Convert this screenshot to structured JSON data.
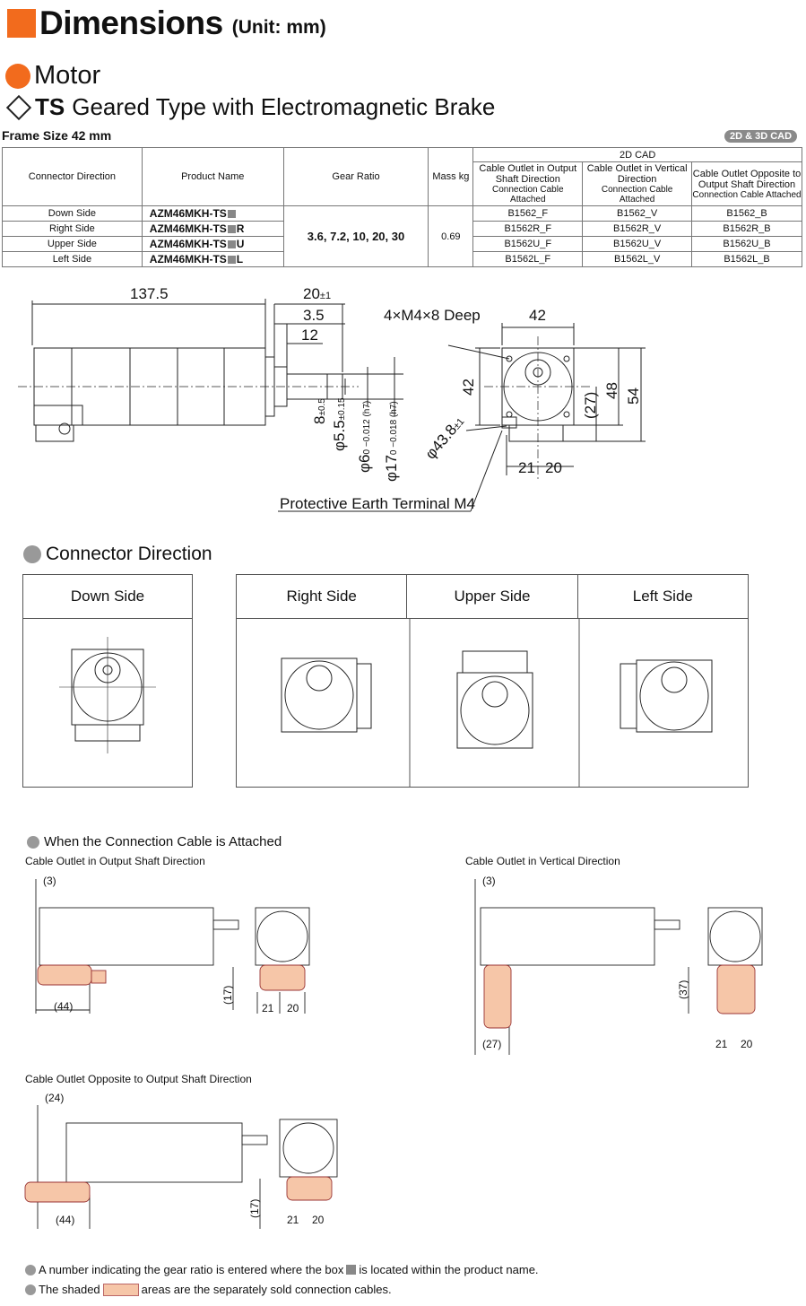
{
  "header": {
    "title": "Dimensions",
    "unit": "(Unit: mm)"
  },
  "section": {
    "title": "Motor",
    "type_bold": "TS",
    "type_rest": "Geared Type with Electromagnetic Brake",
    "frame": "Frame Size 42 mm",
    "cad_badge": "2D & 3D CAD"
  },
  "table": {
    "headers": {
      "connector": "Connector Direction",
      "product": "Product Name",
      "gear": "Gear Ratio",
      "mass": "Mass kg",
      "cad": "2D CAD"
    },
    "cad_cols": [
      {
        "line1": "Cable Outlet in Output",
        "line2": "Shaft Direction",
        "line3": "Connection Cable Attached"
      },
      {
        "line1": "Cable Outlet in Vertical",
        "line2": "Direction",
        "line3": "Connection Cable Attached"
      },
      {
        "line1": "Cable Outlet Opposite to",
        "line2": "Output Shaft Direction",
        "line3": "Connection Cable Attached"
      }
    ],
    "gear_ratio": "3.6, 7.2, 10, 20, 30",
    "mass": "0.69",
    "rows": [
      {
        "dir": "Down Side",
        "pn": "AZM46MKH-TS",
        "suffix": "",
        "c1": "B1562_F",
        "c2": "B1562_V",
        "c3": "B1562_B"
      },
      {
        "dir": "Right Side",
        "pn": "AZM46MKH-TS",
        "suffix": "R",
        "c1": "B1562R_F",
        "c2": "B1562R_V",
        "c3": "B1562R_B"
      },
      {
        "dir": "Upper Side",
        "pn": "AZM46MKH-TS",
        "suffix": "U",
        "c1": "B1562U_F",
        "c2": "B1562U_V",
        "c3": "B1562U_B"
      },
      {
        "dir": "Left Side",
        "pn": "AZM46MKH-TS",
        "suffix": "L",
        "c1": "B1562L_F",
        "c2": "B1562L_V",
        "c3": "B1562L_B"
      }
    ]
  },
  "drawing": {
    "d137": "137.5",
    "d20": "20",
    "d20tol": "±1",
    "d35": "3.5",
    "d12": "12",
    "d8": "8",
    "d8tol": "±0.5",
    "d55": "φ5.5",
    "d55tol": "±0.15",
    "d6": "φ6",
    "d6tol": "0 −0.012 (h7)",
    "d17": "φ17",
    "d17tol": "0 −0.018 (h7)",
    "m4": "4×M4×8 Deep",
    "d42top": "42",
    "d42side": "42",
    "d27": "(27)",
    "d48": "48",
    "d54": "54",
    "d438": "φ43.8",
    "d438tol": "±1",
    "d21": "21",
    "d20b": "20",
    "earth": "Protective Earth Terminal M4"
  },
  "connector_direction": {
    "title": "Connector Direction",
    "panels": [
      "Down Side",
      "Right Side",
      "Upper Side",
      "Left Side"
    ]
  },
  "cable": {
    "title": "When the Connection Cable is Attached",
    "output_label": "Cable Outlet in Output Shaft Direction",
    "vertical_label": "Cable Outlet in Vertical Direction",
    "opposite_label": "Cable Outlet Opposite to Output Shaft Direction",
    "d3": "(3)",
    "d44": "(44)",
    "d17": "(17)",
    "d21": "21",
    "d20": "20",
    "d37": "(37)",
    "d27": "(27)",
    "d24": "(24)"
  },
  "notes": {
    "n1a": "A number indicating the gear ratio is entered where the box",
    "n1b": "is located within the product name.",
    "n2a": "The shaded",
    "n2b": "areas are the separately sold connection cables."
  },
  "colors": {
    "accent": "#f26b1d",
    "cable_shade": "#f6c6a8"
  }
}
